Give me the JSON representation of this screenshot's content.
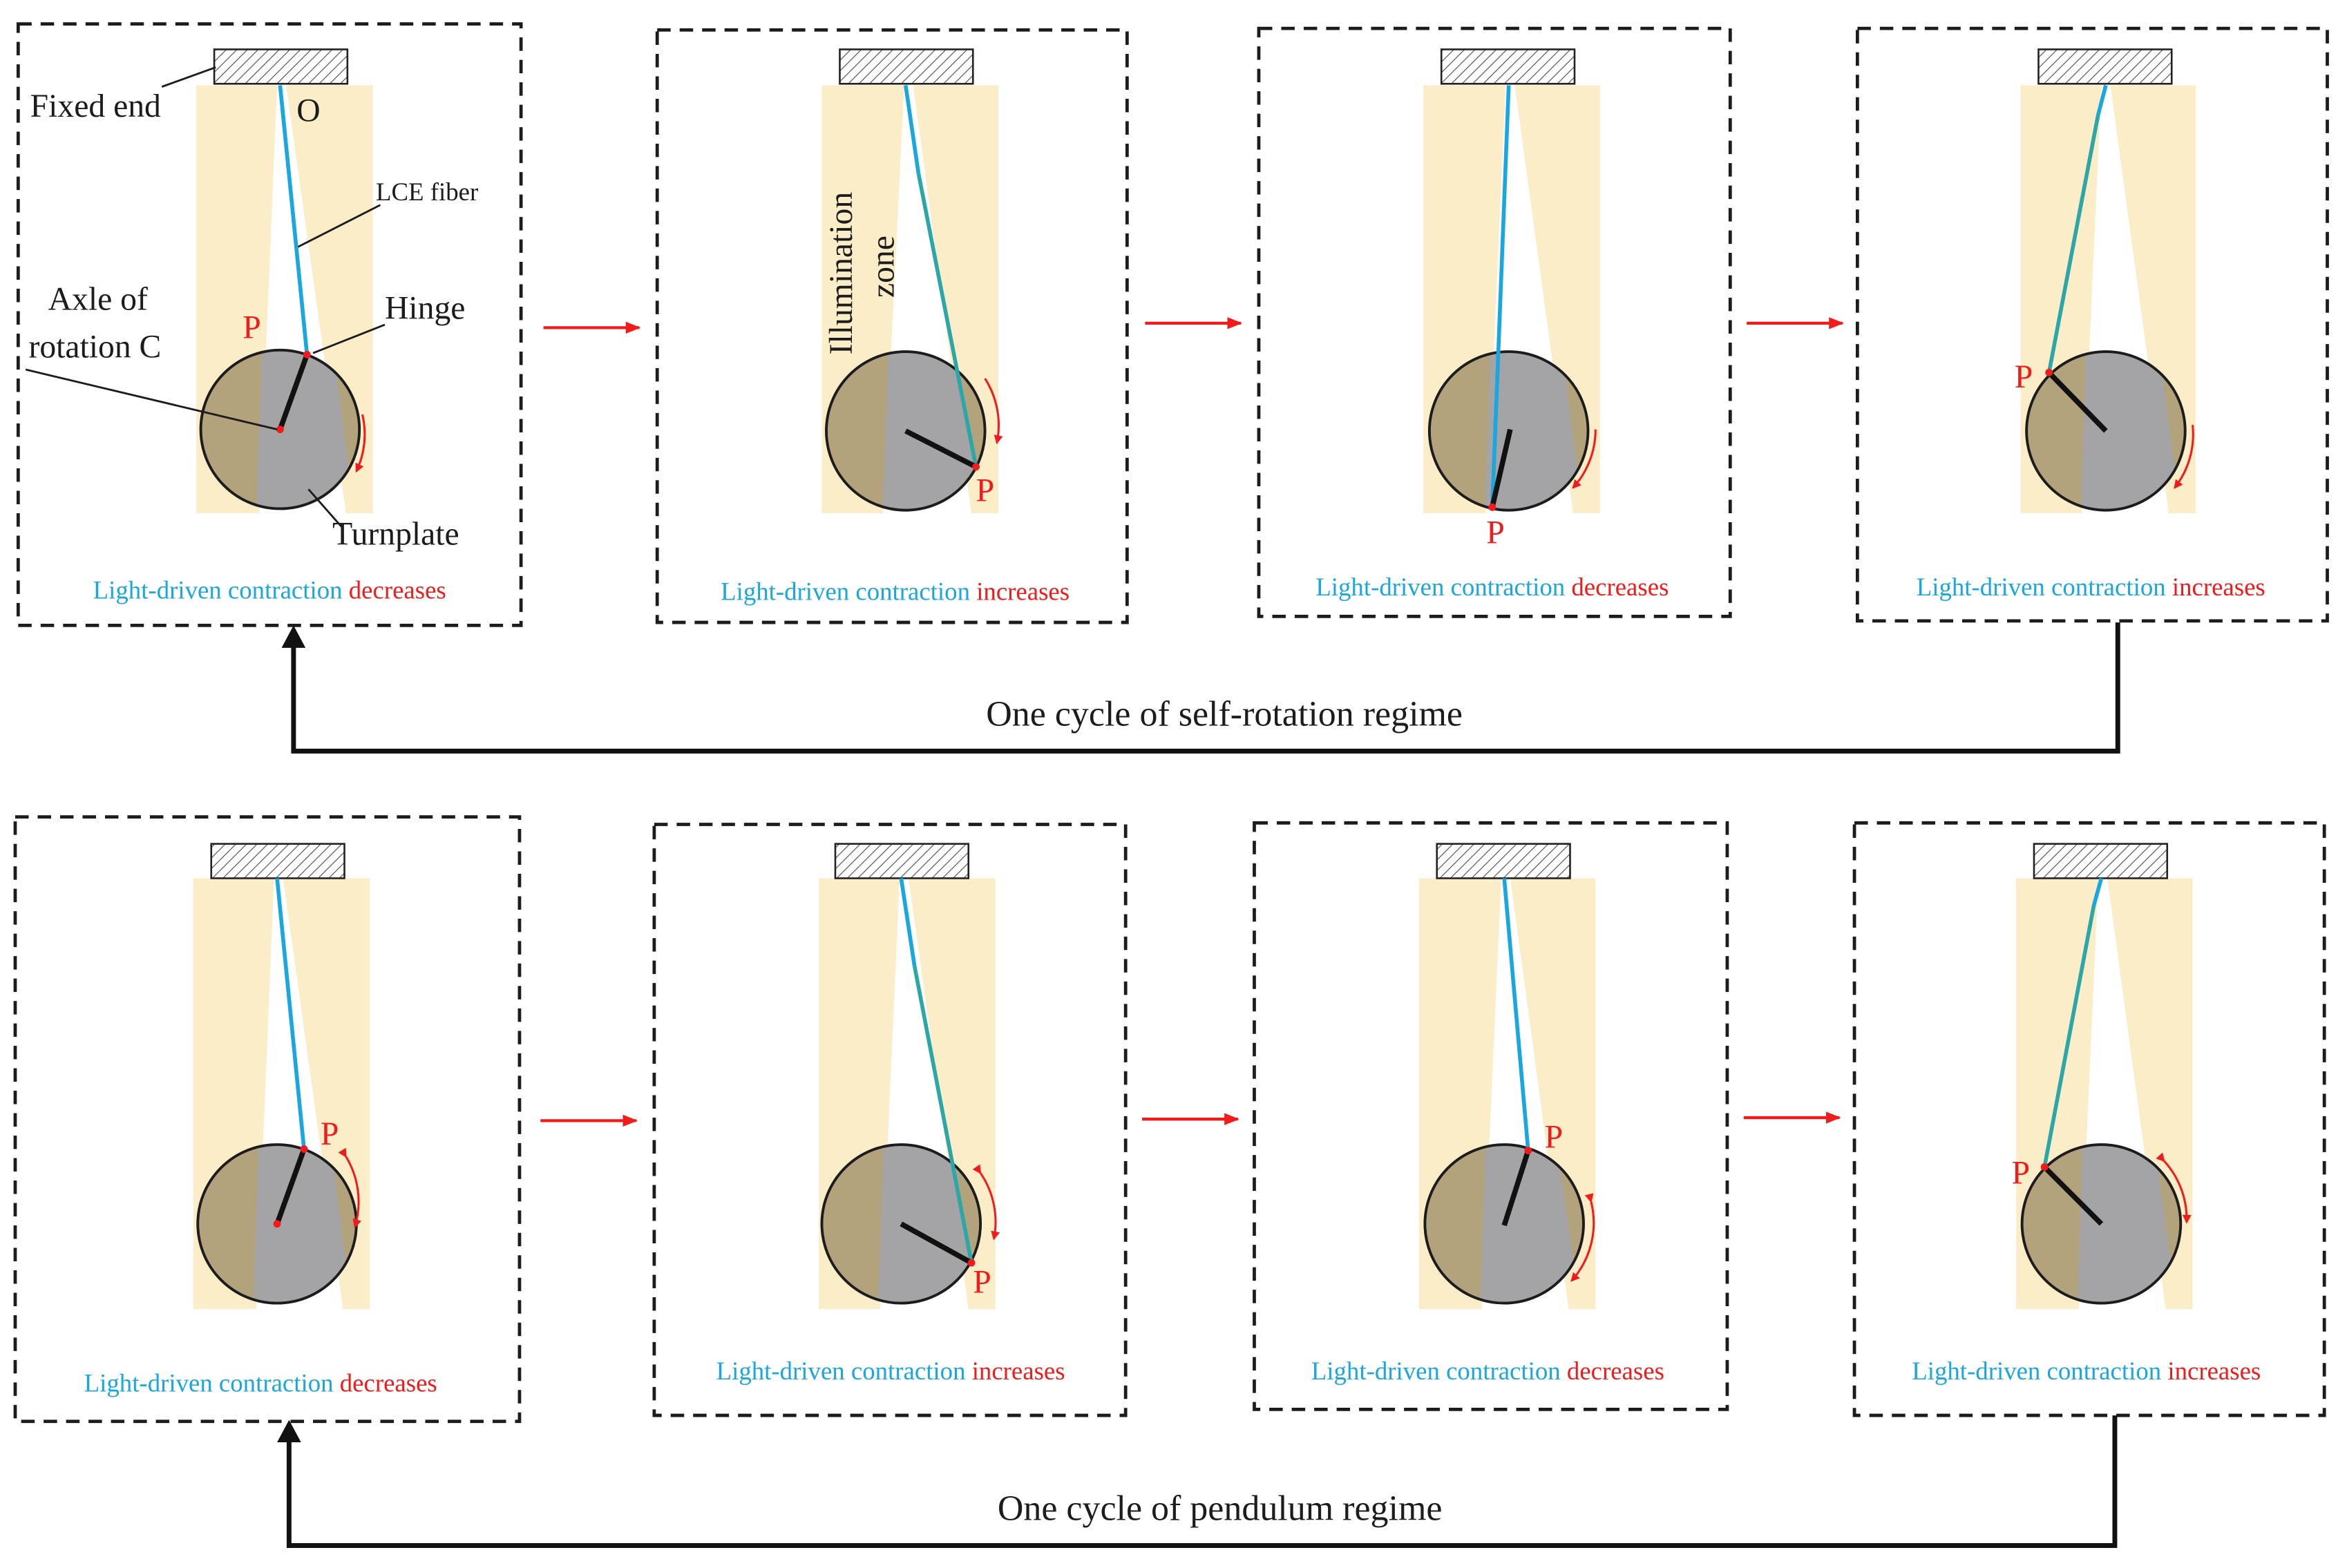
{
  "colors": {
    "fiber": "#1aa6de",
    "fiber_illuminated": "#2aa7a6",
    "red": "#f21b1b",
    "light_zone": "#fbedc8",
    "turnplate_gray": "#a4a4a6",
    "turnplate_lit": "#b2a37d",
    "frame": "#1c1c1c"
  },
  "legend_words": {
    "prefix": "Light-driven contraction",
    "decreases": "decreases",
    "increases": "increases"
  },
  "annotations": {
    "fixed_end": "Fixed end",
    "O": "O",
    "lce_fiber": "LCE fiber",
    "axle_line1": "Axle of",
    "axle_line2": "rotation C",
    "hinge": "Hinge",
    "P": "P",
    "turnplate": "Turnplate",
    "illum_line1": "Illumination",
    "illum_line2": "zone"
  },
  "rows": [
    {
      "caption": "One cycle of self-rotation regime",
      "panels": [
        {
          "state": "decreases"
        },
        {
          "state": "increases"
        },
        {
          "state": "decreases"
        },
        {
          "state": "increases"
        }
      ]
    },
    {
      "caption": "One cycle of pendulum regime",
      "panels": [
        {
          "state": "decreases"
        },
        {
          "state": "increases"
        },
        {
          "state": "decreases"
        },
        {
          "state": "increases"
        }
      ]
    }
  ]
}
